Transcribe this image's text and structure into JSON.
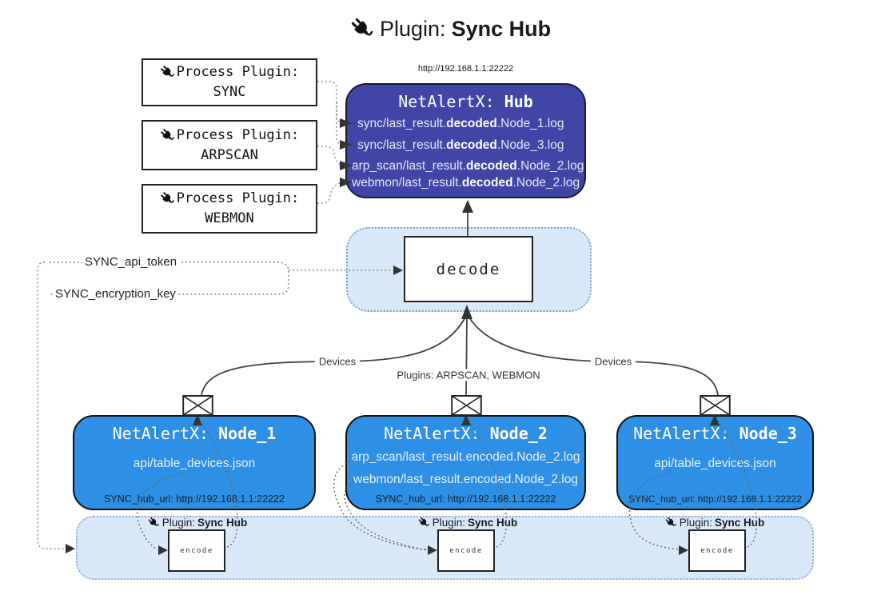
{
  "title": {
    "prefix": "Plugin: ",
    "name": "Sync Hub"
  },
  "process_plugins": [
    {
      "label": "Process Plugin:",
      "name": "SYNC"
    },
    {
      "label": "Process Plugin:",
      "name": "ARPSCAN"
    },
    {
      "label": "Process Plugin:",
      "name": "WEBMON"
    }
  ],
  "hub": {
    "url": "http://192.168.1.1:22222",
    "title_prefix": "NetAlertX: ",
    "title_name": "Hub",
    "lines": [
      {
        "pre": "sync/last_result.",
        "bold": "decoded",
        "post": ".Node_1.log"
      },
      {
        "pre": "sync/last_result.",
        "bold": "decoded",
        "post": ".Node_3.log"
      },
      {
        "pre": "arp_scan/last_result.",
        "bold": "decoded",
        "post": ".Node_2.log"
      },
      {
        "pre": "webmon/last_result.",
        "bold": "decoded",
        "post": ".Node_2.log"
      }
    ]
  },
  "decode": {
    "label": "decode"
  },
  "secrets": {
    "api_token": "SYNC_api_token",
    "encryption_key": "SYNC_encryption_key"
  },
  "edges": {
    "devices_left": "Devices",
    "plugins_center": "Plugins: ARPSCAN, WEBMON",
    "devices_right": "Devices"
  },
  "nodes": [
    {
      "title_prefix": "NetAlertX: ",
      "title_name": "Node_1",
      "lines": [
        "api/table_devices.json"
      ],
      "hub_url": "SYNC_hub_url: http://192.168.1.1:22222",
      "plugin_prefix": "Plugin: ",
      "plugin_name": "Sync Hub",
      "encode_label": "encode"
    },
    {
      "title_prefix": "NetAlertX: ",
      "title_name": "Node_2",
      "lines": [
        "arp_scan/last_result.encoded.Node_2.log",
        "webmon/last_result.encoded.Node_2.log"
      ],
      "hub_url": "SYNC_hub_url: http://192.168.1.1:22222",
      "plugin_prefix": "Plugin: ",
      "plugin_name": "Sync Hub",
      "encode_label": "encode"
    },
    {
      "title_prefix": "NetAlertX: ",
      "title_name": "Node_3",
      "lines": [
        "api/table_devices.json"
      ],
      "hub_url": "SYNC_hub_url: http://192.168.1.1:22222",
      "plugin_prefix": "Plugin: ",
      "plugin_name": "Sync Hub",
      "encode_label": "encode"
    }
  ],
  "colors": {
    "hub_fill": "#4045A6",
    "node_fill": "#2E8FE6",
    "panel_fill": "#D9E9F9",
    "panel_border": "#7FA3C9",
    "line": "#444444",
    "arrow": "#333333"
  }
}
